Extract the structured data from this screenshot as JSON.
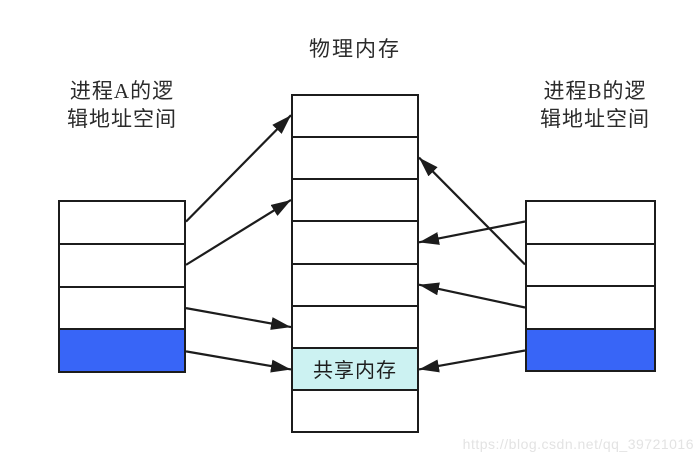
{
  "physical_memory": {
    "title": "物理内存",
    "row_count": 8,
    "shared_row": {
      "index": 6,
      "label": "共享内存",
      "fill": "#ccf2f2"
    }
  },
  "process_a": {
    "label_lines": [
      "进程A的逻",
      "辑地址空间"
    ],
    "row_count": 4,
    "mapped_row": {
      "index": 3,
      "fill": "#3865f7"
    }
  },
  "process_b": {
    "label_lines": [
      "进程B的逻",
      "辑地址空间"
    ],
    "row_count": 4,
    "mapped_row": {
      "index": 3,
      "fill": "#3865f7"
    }
  },
  "mappings": {
    "a_to_physical": [
      {
        "from": 0,
        "to": 0
      },
      {
        "from": 1,
        "to": 2
      },
      {
        "from": 2,
        "to": 5
      },
      {
        "from": 3,
        "to": 6
      }
    ],
    "b_to_physical": [
      {
        "from": 0,
        "to": 3
      },
      {
        "from": 1,
        "to": 1
      },
      {
        "from": 2,
        "to": 4
      },
      {
        "from": 3,
        "to": 6
      }
    ]
  },
  "colors": {
    "line": "#1c1c1c",
    "mapped_page": "#3865f7",
    "shared_memory": "#ccf2f2",
    "text": "#2b2b2b",
    "watermark": "#e3e3e3",
    "background": "#ffffff"
  },
  "watermark": "https://blog.csdn.net/qq_39721016"
}
